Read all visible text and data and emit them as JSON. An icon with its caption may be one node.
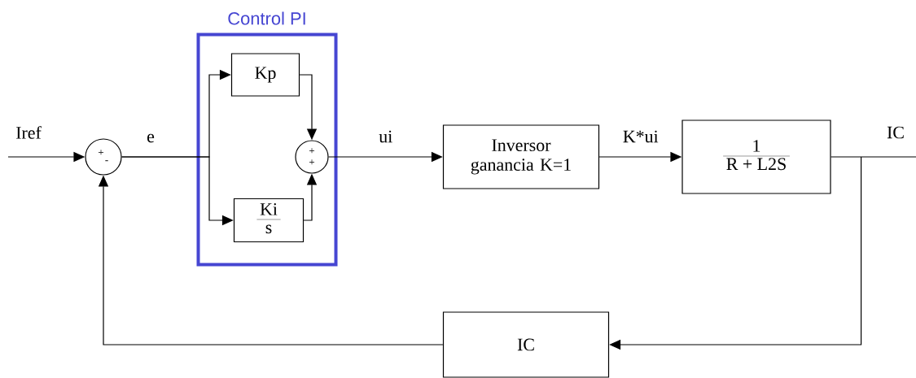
{
  "diagram": {
    "nodes": [
      {
        "text": [
          "Control PI"
        ]
      },
      {
        "text": [
          "Kp"
        ],
        "in": 0
      },
      {
        "text": [
          "Ki",
          "s"
        ],
        "in": 0
      },
      {
        "text": [
          "+",
          "+"
        ],
        "in": 0
      },
      {
        "text": [
          "+",
          "-"
        ]
      },
      {
        "text": [
          "Inversor ganancia K=1"
        ]
      },
      {
        "text": [
          "1",
          "R + L2S"
        ]
      },
      {
        "text": [
          "IC"
        ]
      }
    ],
    "edges": [
      {
        "from": null,
        "to": 4,
        "arrow": "to",
        "label": "Iref"
      },
      {
        "from": 4,
        "to": 1,
        "arrow": "to",
        "label": "e"
      },
      {
        "from": 4,
        "to": 2,
        "arrow": "to"
      },
      {
        "from": 1,
        "to": 3,
        "arrow": "to"
      },
      {
        "from": 2,
        "to": 3,
        "arrow": "to"
      },
      {
        "from": 3,
        "to": 5,
        "arrow": "to",
        "label": "ui"
      },
      {
        "from": 5,
        "to": 6,
        "arrow": "to",
        "label": "K*ui"
      },
      {
        "from": 6,
        "to": null,
        "arrow": "none",
        "label": "IC"
      },
      {
        "from": 6,
        "to": 7,
        "arrow": "to"
      },
      {
        "from": 7,
        "to": 4,
        "arrow": "to"
      }
    ]
  }
}
